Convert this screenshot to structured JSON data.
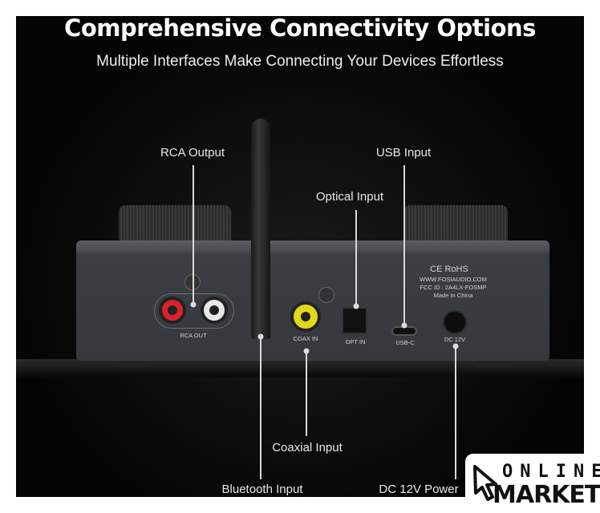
{
  "header": {
    "title": "Comprehensive Connectivity Options",
    "subtitle": "Multiple Interfaces Make Connecting Your Devices Effortless"
  },
  "callouts": {
    "rca_output": "RCA Output",
    "usb_input": "USB Input",
    "optical_input": "Optical Input",
    "coaxial_input": "Coaxial Input",
    "bluetooth_input": "Bluetooth Input",
    "dc_power": "DC 12V Power"
  },
  "device": {
    "rca_out": "RCA OUT",
    "coax_in": "COAX IN",
    "opt_in": "OPT IN",
    "usb_c": "USB-C",
    "dc_12v": "DC 12V",
    "certs": "CE RoHS",
    "website": "WWW.FOSIAUDIO.COM",
    "fcc": "FCC ID : 2A4LX-FOSMP",
    "origin": "Made In China"
  },
  "watermark": {
    "line1": "ONLINE",
    "line2": "MARKET"
  },
  "colors": {
    "rca_red": "#d8232a",
    "rca_white": "#e8e8e8",
    "coax_yellow": "#e3d81c"
  }
}
